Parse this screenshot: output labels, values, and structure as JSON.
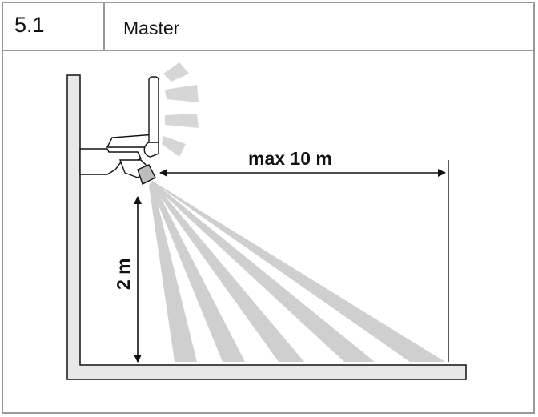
{
  "header": {
    "section_number": "5.1",
    "title": "Master"
  },
  "diagram": {
    "distance_label": "max 10 m",
    "height_label": "2 m"
  },
  "colors": {
    "frame": "#9a9a9a",
    "wall": "#e8e8e8",
    "beam": "#cfcfcf",
    "ink": "#111111"
  }
}
